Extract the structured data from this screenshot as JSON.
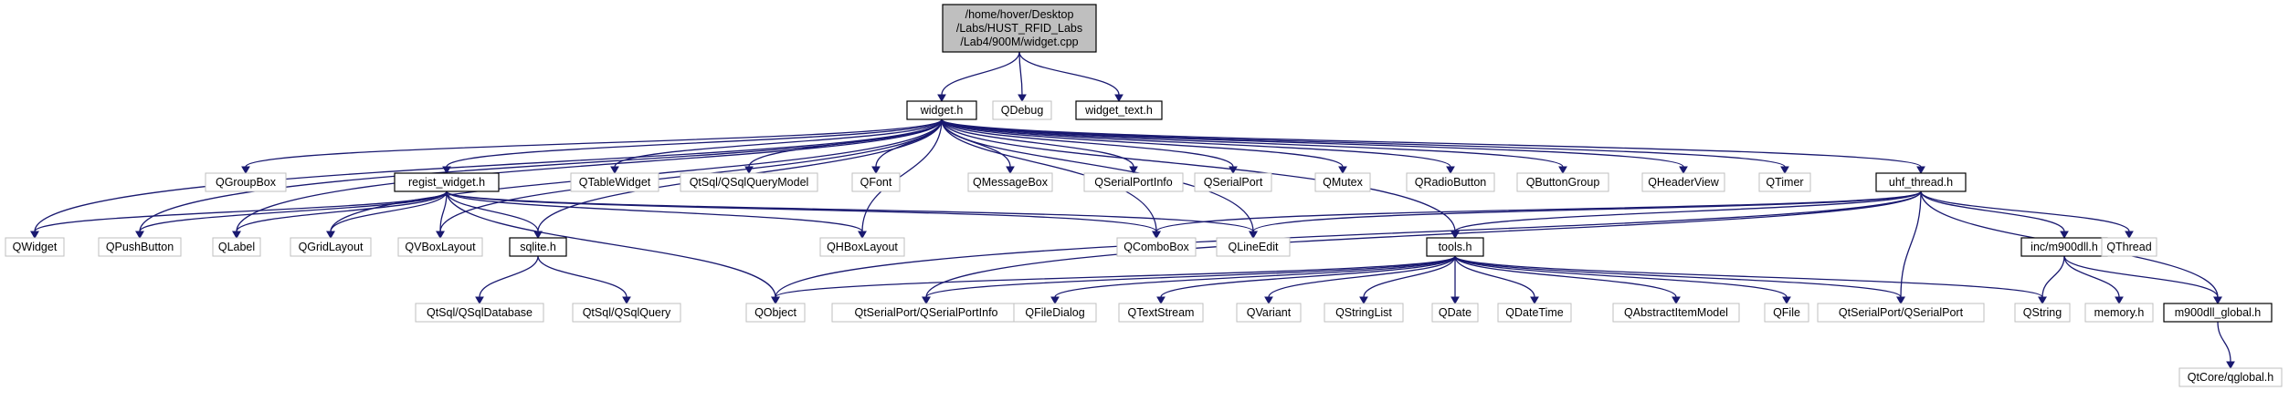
{
  "nodes": [
    {
      "id": "widget_cpp",
      "lines": [
        "/home/hover/Desktop",
        "/Labs/HUST_RFID_Labs",
        "/Lab4/900M/widget.cpp"
      ],
      "kind": "root"
    },
    {
      "id": "widget_h",
      "lines": [
        "widget.h"
      ],
      "kind": "local"
    },
    {
      "id": "QDebug",
      "lines": [
        "QDebug"
      ],
      "kind": "external"
    },
    {
      "id": "widget_text_h",
      "lines": [
        "widget_text.h"
      ],
      "kind": "local"
    },
    {
      "id": "QGroupBox",
      "lines": [
        "QGroupBox"
      ],
      "kind": "external"
    },
    {
      "id": "regist_widget_h",
      "lines": [
        "regist_widget.h"
      ],
      "kind": "local"
    },
    {
      "id": "QTableWidget",
      "lines": [
        "QTableWidget"
      ],
      "kind": "external"
    },
    {
      "id": "QSqlQueryModel",
      "lines": [
        "QtSql/QSqlQueryModel"
      ],
      "kind": "external"
    },
    {
      "id": "QFont",
      "lines": [
        "QFont"
      ],
      "kind": "external"
    },
    {
      "id": "QMessageBox",
      "lines": [
        "QMessageBox"
      ],
      "kind": "external"
    },
    {
      "id": "QSerialPortInfo",
      "lines": [
        "QSerialPortInfo"
      ],
      "kind": "external"
    },
    {
      "id": "QSerialPort",
      "lines": [
        "QSerialPort"
      ],
      "kind": "external"
    },
    {
      "id": "QMutex",
      "lines": [
        "QMutex"
      ],
      "kind": "external"
    },
    {
      "id": "QRadioButton",
      "lines": [
        "QRadioButton"
      ],
      "kind": "external"
    },
    {
      "id": "QButtonGroup",
      "lines": [
        "QButtonGroup"
      ],
      "kind": "external"
    },
    {
      "id": "QHeaderView",
      "lines": [
        "QHeaderView"
      ],
      "kind": "external"
    },
    {
      "id": "QTimer",
      "lines": [
        "QTimer"
      ],
      "kind": "external"
    },
    {
      "id": "uhf_thread_h",
      "lines": [
        "uhf_thread.h"
      ],
      "kind": "local"
    },
    {
      "id": "QWidget",
      "lines": [
        "QWidget"
      ],
      "kind": "external"
    },
    {
      "id": "QPushButton",
      "lines": [
        "QPushButton"
      ],
      "kind": "external"
    },
    {
      "id": "QLabel",
      "lines": [
        "QLabel"
      ],
      "kind": "external"
    },
    {
      "id": "QGridLayout",
      "lines": [
        "QGridLayout"
      ],
      "kind": "external"
    },
    {
      "id": "QVBoxLayout",
      "lines": [
        "QVBoxLayout"
      ],
      "kind": "external"
    },
    {
      "id": "sqlite_h",
      "lines": [
        "sqlite.h"
      ],
      "kind": "local"
    },
    {
      "id": "QHBoxLayout",
      "lines": [
        "QHBoxLayout"
      ],
      "kind": "external"
    },
    {
      "id": "QComboBox",
      "lines": [
        "QComboBox"
      ],
      "kind": "external"
    },
    {
      "id": "QLineEdit",
      "lines": [
        "QLineEdit"
      ],
      "kind": "external"
    },
    {
      "id": "tools_h",
      "lines": [
        "tools.h"
      ],
      "kind": "local"
    },
    {
      "id": "inc_m900dll_h",
      "lines": [
        "inc/m900dll.h"
      ],
      "kind": "local"
    },
    {
      "id": "QThread",
      "lines": [
        "QThread"
      ],
      "kind": "external"
    },
    {
      "id": "QSqlDatabase",
      "lines": [
        "QtSql/QSqlDatabase"
      ],
      "kind": "external"
    },
    {
      "id": "QSqlQuery",
      "lines": [
        "QtSql/QSqlQuery"
      ],
      "kind": "external"
    },
    {
      "id": "QObject",
      "lines": [
        "QObject"
      ],
      "kind": "external"
    },
    {
      "id": "QtSerialPortInfo",
      "lines": [
        "QtSerialPort/QSerialPortInfo"
      ],
      "kind": "external"
    },
    {
      "id": "QFileDialog",
      "lines": [
        "QFileDialog"
      ],
      "kind": "external"
    },
    {
      "id": "QTextStream",
      "lines": [
        "QTextStream"
      ],
      "kind": "external"
    },
    {
      "id": "QVariant",
      "lines": [
        "QVariant"
      ],
      "kind": "external"
    },
    {
      "id": "QStringList",
      "lines": [
        "QStringList"
      ],
      "kind": "external"
    },
    {
      "id": "QDate",
      "lines": [
        "QDate"
      ],
      "kind": "external"
    },
    {
      "id": "QDateTime",
      "lines": [
        "QDateTime"
      ],
      "kind": "external"
    },
    {
      "id": "QAbstractItemModel",
      "lines": [
        "QAbstractItemModel"
      ],
      "kind": "external"
    },
    {
      "id": "QFile",
      "lines": [
        "QFile"
      ],
      "kind": "external"
    },
    {
      "id": "QtSerialPort",
      "lines": [
        "QtSerialPort/QSerialPort"
      ],
      "kind": "external"
    },
    {
      "id": "QString",
      "lines": [
        "QString"
      ],
      "kind": "external"
    },
    {
      "id": "memory_h",
      "lines": [
        "memory.h"
      ],
      "kind": "external"
    },
    {
      "id": "m900dll_global_h",
      "lines": [
        "m900dll_global.h"
      ],
      "kind": "local"
    },
    {
      "id": "QtCore_qglobal_h",
      "lines": [
        "QtCore/qglobal.h"
      ],
      "kind": "external"
    }
  ],
  "edges": [
    [
      "widget_cpp",
      "widget_h"
    ],
    [
      "widget_cpp",
      "QDebug"
    ],
    [
      "widget_cpp",
      "widget_text_h"
    ],
    [
      "widget_h",
      "QGroupBox"
    ],
    [
      "widget_h",
      "regist_widget_h"
    ],
    [
      "widget_h",
      "QTableWidget"
    ],
    [
      "widget_h",
      "QSqlQueryModel"
    ],
    [
      "widget_h",
      "QFont"
    ],
    [
      "widget_h",
      "QMessageBox"
    ],
    [
      "widget_h",
      "QSerialPortInfo"
    ],
    [
      "widget_h",
      "QSerialPort"
    ],
    [
      "widget_h",
      "QMutex"
    ],
    [
      "widget_h",
      "QRadioButton"
    ],
    [
      "widget_h",
      "QButtonGroup"
    ],
    [
      "widget_h",
      "QHeaderView"
    ],
    [
      "widget_h",
      "QTimer"
    ],
    [
      "widget_h",
      "uhf_thread_h"
    ],
    [
      "widget_h",
      "QWidget"
    ],
    [
      "widget_h",
      "QPushButton"
    ],
    [
      "widget_h",
      "QLabel"
    ],
    [
      "widget_h",
      "QGridLayout"
    ],
    [
      "widget_h",
      "QVBoxLayout"
    ],
    [
      "widget_h",
      "sqlite_h"
    ],
    [
      "widget_h",
      "QHBoxLayout"
    ],
    [
      "widget_h",
      "QComboBox"
    ],
    [
      "widget_h",
      "QLineEdit"
    ],
    [
      "widget_h",
      "tools_h"
    ],
    [
      "regist_widget_h",
      "QWidget"
    ],
    [
      "regist_widget_h",
      "QPushButton"
    ],
    [
      "regist_widget_h",
      "QLabel"
    ],
    [
      "regist_widget_h",
      "QGridLayout"
    ],
    [
      "regist_widget_h",
      "QVBoxLayout"
    ],
    [
      "regist_widget_h",
      "sqlite_h"
    ],
    [
      "regist_widget_h",
      "QHBoxLayout"
    ],
    [
      "regist_widget_h",
      "QComboBox"
    ],
    [
      "regist_widget_h",
      "QLineEdit"
    ],
    [
      "regist_widget_h",
      "QObject"
    ],
    [
      "sqlite_h",
      "QSqlDatabase"
    ],
    [
      "sqlite_h",
      "QSqlQuery"
    ],
    [
      "uhf_thread_h",
      "QComboBox"
    ],
    [
      "uhf_thread_h",
      "QLineEdit"
    ],
    [
      "uhf_thread_h",
      "tools_h"
    ],
    [
      "uhf_thread_h",
      "QObject"
    ],
    [
      "uhf_thread_h",
      "QtSerialPortInfo"
    ],
    [
      "uhf_thread_h",
      "QtSerialPort"
    ],
    [
      "uhf_thread_h",
      "inc_m900dll_h"
    ],
    [
      "uhf_thread_h",
      "QThread"
    ],
    [
      "uhf_thread_h",
      "m900dll_global_h"
    ],
    [
      "tools_h",
      "QObject"
    ],
    [
      "tools_h",
      "QtSerialPortInfo"
    ],
    [
      "tools_h",
      "QFileDialog"
    ],
    [
      "tools_h",
      "QTextStream"
    ],
    [
      "tools_h",
      "QVariant"
    ],
    [
      "tools_h",
      "QStringList"
    ],
    [
      "tools_h",
      "QDate"
    ],
    [
      "tools_h",
      "QDateTime"
    ],
    [
      "tools_h",
      "QAbstractItemModel"
    ],
    [
      "tools_h",
      "QFile"
    ],
    [
      "tools_h",
      "QtSerialPort"
    ],
    [
      "tools_h",
      "QString"
    ],
    [
      "inc_m900dll_h",
      "QString"
    ],
    [
      "inc_m900dll_h",
      "memory_h"
    ],
    [
      "inc_m900dll_h",
      "m900dll_global_h"
    ],
    [
      "m900dll_global_h",
      "QtCore_qglobal_h"
    ]
  ]
}
